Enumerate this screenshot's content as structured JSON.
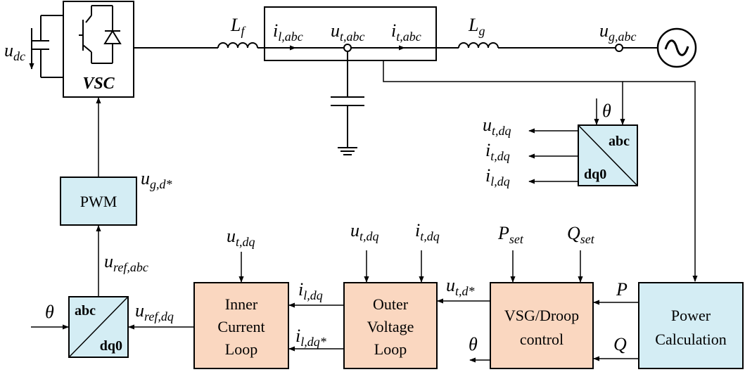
{
  "labels": {
    "udc": {
      "main": "u",
      "sub": "dc"
    },
    "Lf": {
      "main": "L",
      "sub": "f"
    },
    "Lg": {
      "main": "L",
      "sub": "g"
    },
    "il_abc": {
      "main": "i",
      "sub": "l,abc"
    },
    "ut_abc": {
      "main": "u",
      "sub": "t,abc"
    },
    "it_abc": {
      "main": "i",
      "sub": "t,abc"
    },
    "ug_abc": {
      "main": "u",
      "sub": "g,abc"
    },
    "theta_top": "θ",
    "ut_dq_out": {
      "main": "u",
      "sub": "t,dq"
    },
    "it_dq_out": {
      "main": "i",
      "sub": "t,dq"
    },
    "il_dq_out": {
      "main": "i",
      "sub": "l,dq"
    },
    "ug_d": {
      "main": "u",
      "sub": "g,d*"
    },
    "uref_abc": {
      "main": "u",
      "sub": "ref,abc"
    },
    "uref_dq": {
      "main": "u",
      "sub": "ref,dq"
    },
    "theta_left": "θ",
    "ut_dq_icl": {
      "main": "u",
      "sub": "t,dq"
    },
    "il_dq_in": {
      "main": "i",
      "sub": "l,dq"
    },
    "il_dq_star": {
      "main": "i",
      "sub": "l,dq*"
    },
    "ut_dq_ovl": {
      "main": "u",
      "sub": "t,dq"
    },
    "it_dq_ovl": {
      "main": "i",
      "sub": "t,dq"
    },
    "ut_d_star": {
      "main": "u",
      "sub": "t,d*"
    },
    "theta_vsg": "θ",
    "Pset": {
      "main": "P",
      "sub": "set"
    },
    "Qset": {
      "main": "Q",
      "sub": "set"
    },
    "P": "P",
    "Q": "Q"
  },
  "blocks": {
    "vsc": "VSC",
    "pwm": "PWM",
    "abc_dq0_top": {
      "top": "abc",
      "bottom": "dq0"
    },
    "abc_dq0_left": {
      "top": "abc",
      "bottom": "dq0"
    },
    "inner_current_loop": [
      "Inner",
      "Current",
      "Loop"
    ],
    "outer_voltage_loop": [
      "Outer",
      "Voltage",
      "Loop"
    ],
    "vsg_droop": [
      "VSG/Droop",
      "control"
    ],
    "power_calc": [
      "Power",
      "Calculation"
    ]
  },
  "colors": {
    "blue_block": "#d4edf4",
    "orange_block": "#fad7c0",
    "line": "#000000"
  }
}
